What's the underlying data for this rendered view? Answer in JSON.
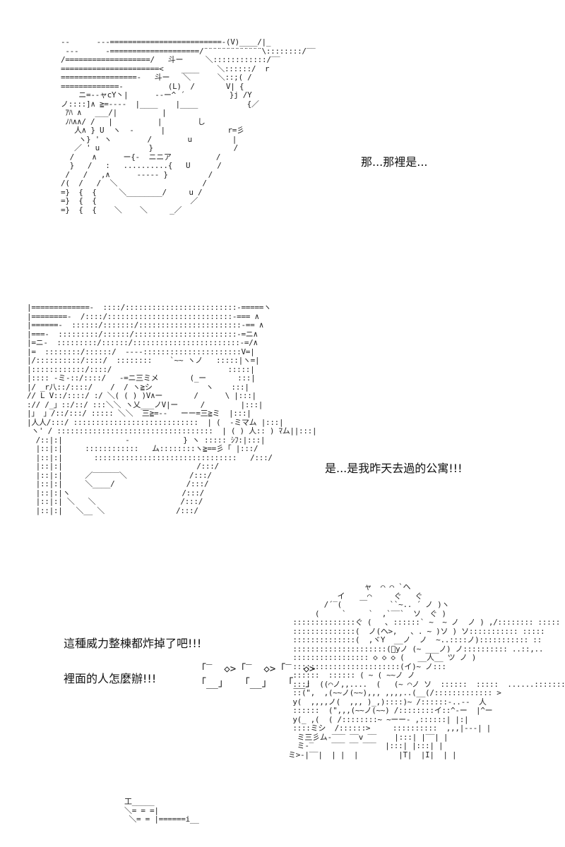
{
  "panels": [
    {
      "caption": "那...那裡是..."
    },
    {
      "caption": "是...是我昨天去過的公寓!!!"
    },
    {
      "captions": [
        "這種威力整棟都炸掉了吧!!!",
        "裡面的人怎麼辦!!!"
      ]
    }
  ]
}
